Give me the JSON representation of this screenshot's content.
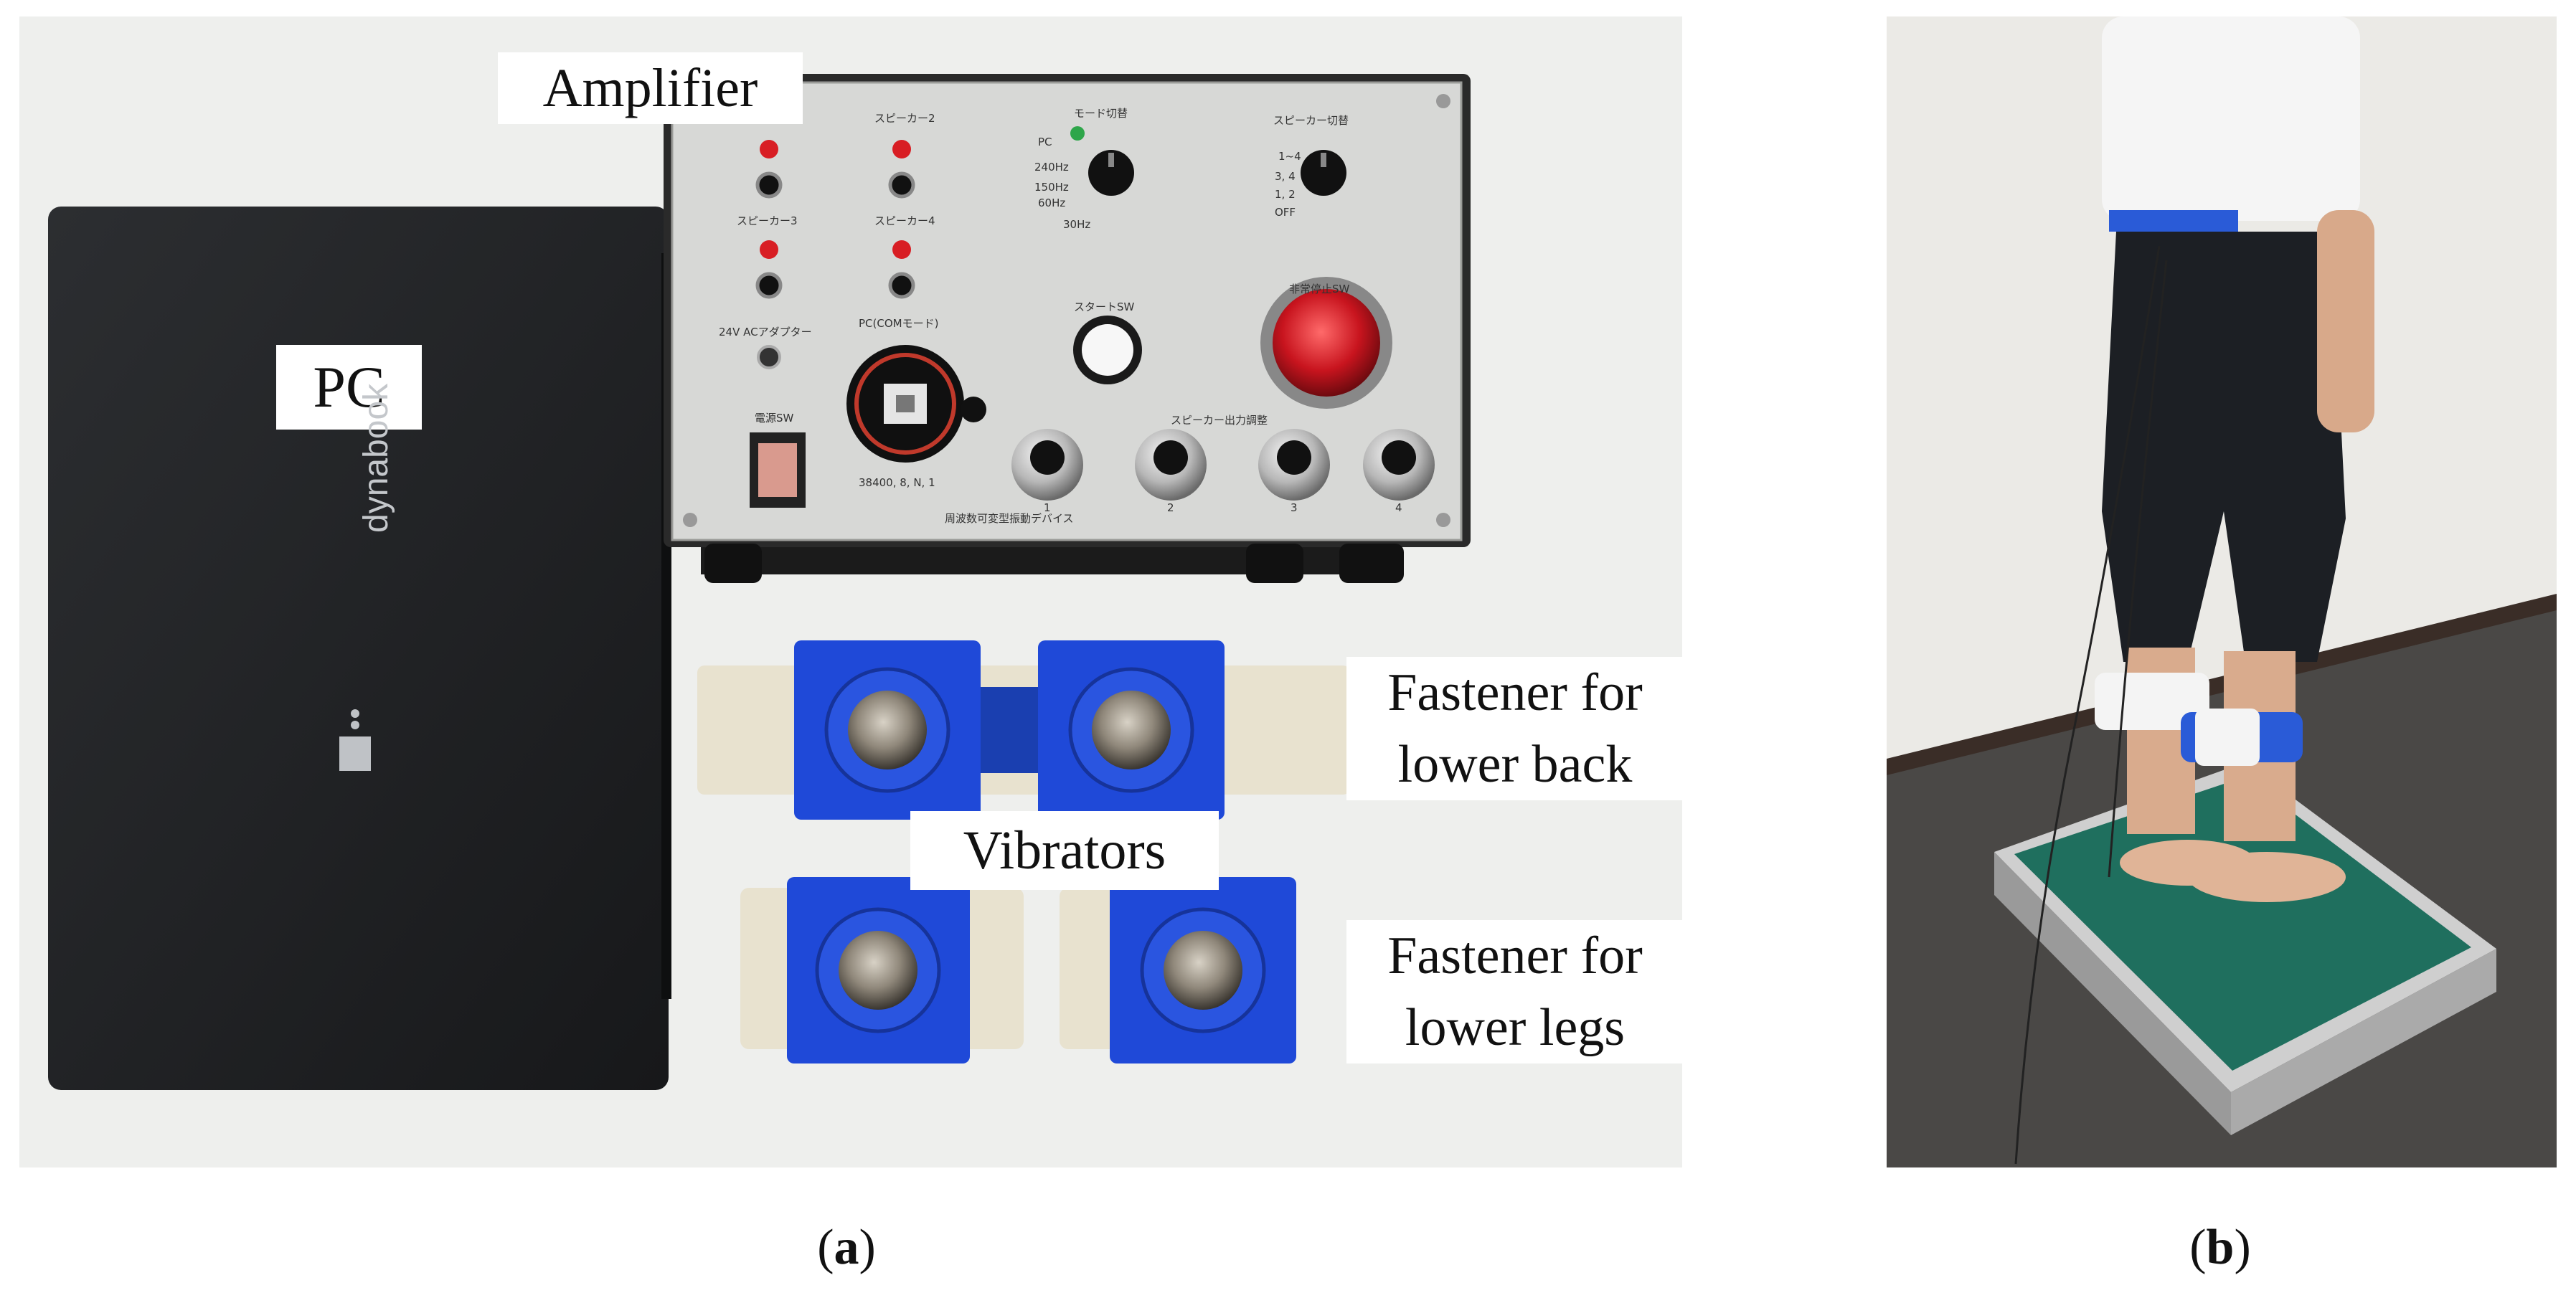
{
  "panel_a": {
    "labels": {
      "amplifier": "Amplifier",
      "pc": "PC",
      "fastener_back_line1": "Fastener for",
      "fastener_back_line2": "lower back",
      "vibrators": "Vibrators",
      "fastener_legs_line1": "Fastener for",
      "fastener_legs_line2": "lower legs"
    },
    "laptop_brand": "dynabook",
    "amplifier_panel": {
      "speaker_labels": [
        "スピーカー2",
        "スピーカー3",
        "スピーカー4"
      ],
      "mode_switch": "モード切替",
      "mode_options": [
        "PC",
        "240Hz",
        "150Hz",
        "60Hz",
        "30Hz"
      ],
      "speaker_switch": "スピーカー切替",
      "speaker_options": [
        "1~4",
        "3, 4",
        "1, 2",
        "OFF"
      ],
      "adapter": "24V ACアダプター",
      "pc_com": "PC(COMモード)",
      "start_sw": "スタートSW",
      "emergency_stop": "非常停止SW",
      "power_sw": "電源SW",
      "output_adjust": "スピーカー出力調整",
      "baud": "38400, 8, N, 1",
      "device_name": "周波数可変型振動デバイス",
      "dial_numbers": [
        "1",
        "2",
        "3",
        "4"
      ]
    }
  },
  "captions": {
    "a_letter": "a",
    "b_letter": "b",
    "open": "(",
    "close": ")"
  },
  "colors": {
    "vibrator_blue": "#1f49d8",
    "laptop": "#222426",
    "mat_green": "#1f6f5e",
    "stop_red": "#c8141e"
  }
}
